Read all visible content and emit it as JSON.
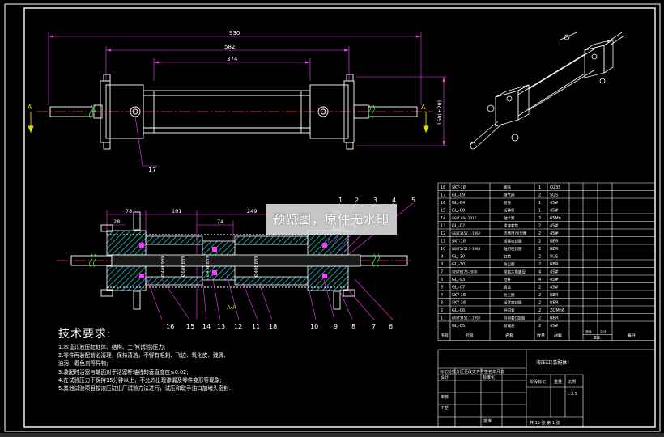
{
  "watermark": "预览图，原件无水印",
  "dimensions_top": {
    "overall": "930",
    "middle": "582",
    "inner": "374",
    "height": "150(±20)"
  },
  "section_marks": {
    "left": "A",
    "right": "A",
    "view_label": "A-A"
  },
  "top_view_balloon": "17",
  "section_dimensions": {
    "d78": "78",
    "d28": "28",
    "d101": "101",
    "d74": "74",
    "d249": "249"
  },
  "section_fit_labels": [
    "Ø40H9/f9",
    "Ø60H8/f9",
    "Ø45H8/f9",
    "Ø40H8/f9"
  ],
  "section_balloons_top": [
    "1",
    "2",
    "3",
    "4",
    "5"
  ],
  "section_balloons_bottom": [
    "16",
    "15",
    "14",
    "13",
    "12",
    "11",
    "18",
    "10",
    "9",
    "8",
    "7",
    "6"
  ],
  "notes": {
    "title": "技术要求:",
    "lines": [
      "1.本设计液压缸缸体、结构、工作(试验)压力;",
      "2.零件再装配前必清理，保持清洁，不得有毛刺、飞边、氧化皮、残屑、",
      "油污、着色剂等异物;",
      "3.装配时活塞与端面对于活塞杆轴线的垂直度应≤0.02;",
      "4.在试验压力下保持15分钟以上，不允许出现渗漏及零件变形等现象;",
      "5.其他试验项目按液压缸出厂试验方法进行，试压和取手油口加堵头密封."
    ]
  },
  "bom": {
    "rows": [
      {
        "no": "18",
        "code": "SKY-18",
        "name": "端盖",
        "qty": "1",
        "mat": "Q235"
      },
      {
        "no": "17",
        "code": "GLJ-09",
        "name": "排气阀",
        "qty": "2",
        "mat": "SUS"
      },
      {
        "no": "16",
        "code": "GLJ-04",
        "name": "前盖",
        "qty": "1",
        "mat": "45#"
      },
      {
        "no": "15",
        "code": "GLJ-08",
        "name": "活塞杆",
        "qty": "1",
        "mat": "45#"
      },
      {
        "no": "14",
        "code": "GB/T 894-2017",
        "name": "轴卡簧",
        "qty": "2",
        "mat": "65Mn"
      },
      {
        "no": "13",
        "code": "GLJ-02",
        "name": "缓冲套筒",
        "qty": "2",
        "mat": "45#"
      },
      {
        "no": "12",
        "code": "GB/T3452.1-1992",
        "name": "活塞用YX型圈",
        "qty": "2",
        "mat": "45#"
      },
      {
        "no": "11",
        "code": "SKY-18",
        "name": "活塞密封圈",
        "qty": "2",
        "mat": "NBR"
      },
      {
        "no": "10",
        "code": "GB/T3452.2-1988",
        "name": "轴用密封圈",
        "qty": "2",
        "mat": "NBR"
      },
      {
        "no": "9",
        "code": "GLJ-30",
        "name": "缸筒",
        "qty": "2",
        "mat": "SUS"
      },
      {
        "no": "8",
        "code": "GLJ-30",
        "name": "防尘圈",
        "qty": "2",
        "mat": "NBR"
      },
      {
        "no": "7",
        "code": "GB/T6173-2000",
        "name": "带肩六角螺母",
        "qty": "4",
        "mat": "45#"
      },
      {
        "no": "6",
        "code": "GLJ-93",
        "name": "拉杆",
        "qty": "4",
        "mat": "45#"
      },
      {
        "no": "5",
        "code": "GLJ-07",
        "name": "后盖",
        "qty": "2",
        "mat": "45#"
      },
      {
        "no": "4",
        "code": "SKY-18",
        "name": "防尘圈",
        "qty": "2",
        "mat": "NBR"
      },
      {
        "no": "3",
        "code": "SKY-18",
        "name": "活塞密封圈",
        "qty": "2",
        "mat": "NBR"
      },
      {
        "no": "2",
        "code": "GLJ-06",
        "name": "导向套",
        "qty": "2",
        "mat": "ZQMn6"
      },
      {
        "no": "1",
        "code": "GB/T3452.1-1992",
        "name": "导向套O型圈",
        "qty": "2",
        "mat": "NBR"
      },
      {
        "no": "",
        "code": "GLJ-05",
        "name": "前端盖",
        "qty": "2",
        "mat": "45#"
      }
    ],
    "header": {
      "no": "序号",
      "code": "代号",
      "name": "名称",
      "qty": "数量",
      "mat": "材料",
      "unit": "单件",
      "total": "总计",
      "weight": "重量",
      "remark": "备注"
    }
  },
  "title_block": {
    "drawing_title": "液压缸(装配体)",
    "row1": "标记处数分区更改文件号签名年月日",
    "design": "设计",
    "standard": "标准化",
    "stage": "阶段标记",
    "weight": "重量",
    "scale": "比例",
    "scale_value": "1:3.5",
    "check": "审核",
    "process": "工艺",
    "approve": "批准",
    "sheet": "共 15 张  第 1 张"
  },
  "colors": {
    "outline": "#ffffff",
    "dimension": "#ff3bff",
    "hatch": "#20c0c0",
    "center": "#ff4040",
    "arrow": "#e0e000",
    "cyan": "#40e0e0"
  }
}
